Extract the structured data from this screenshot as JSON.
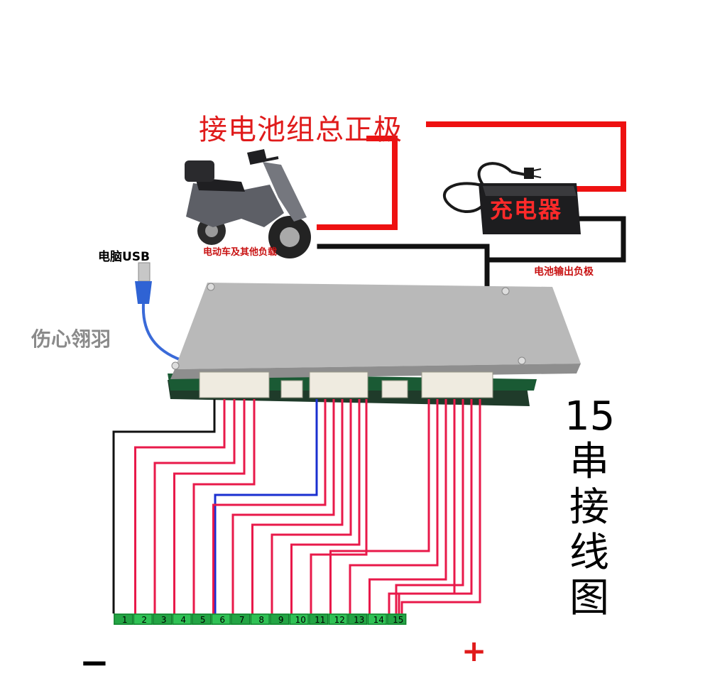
{
  "labels": {
    "pack_positive": "接电池组总正极",
    "ev_load": "电动车及其他负载",
    "pc_usb": "电脑USB",
    "watermark": "伤心翎羽",
    "charger": "充电器",
    "battery_output_negative": "电池输出负极",
    "series_title": "15串接线图",
    "minus": "−",
    "plus": "+"
  },
  "terminals": [
    "1",
    "2",
    "3",
    "4",
    "5",
    "6",
    "7",
    "8",
    "9",
    "10",
    "11",
    "12",
    "13",
    "14",
    "15"
  ],
  "colors": {
    "wire_red": "#e8194a",
    "wire_black": "#111111",
    "wire_blue": "#1a2fd0",
    "terminal_green": "#27b34a",
    "board_metal": "#b9b9b9"
  }
}
